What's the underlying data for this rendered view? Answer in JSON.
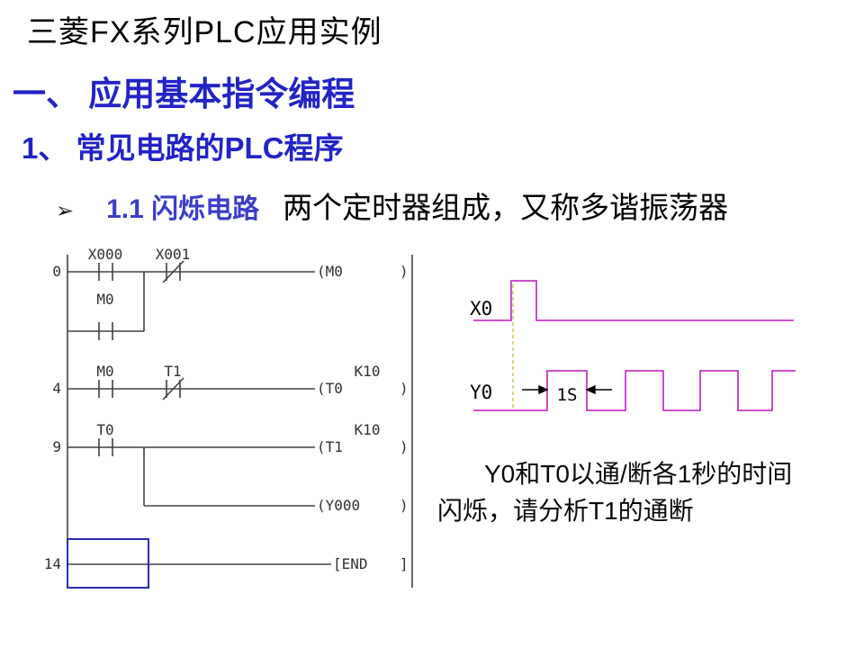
{
  "slide": {
    "title": "三菱FX系列PLC应用实例",
    "section_heading": "一、 应用基本指令编程",
    "sub_heading": "1、 常见电路的PLC程序",
    "bullet": {
      "marker": "➢",
      "topic": "1.1 闪烁电路",
      "description": "两个定时器组成，又称多谐振荡器"
    },
    "note": {
      "line1": "Y0和T0以通/断各1秒的时间",
      "line2": "闪烁，请分析T1的通断"
    }
  },
  "ladder_diagram": {
    "rung_numbers": {
      "r0": "0",
      "r4": "4",
      "r9": "9",
      "r14": "14"
    },
    "contact_labels": {
      "x000": "X000",
      "x001": "X001",
      "m0_parallel": "M0",
      "m0": "M0",
      "t1": "T1",
      "t0": "T0"
    },
    "coil_labels": {
      "m0": "(M0",
      "t0": "(T0",
      "t1": "(T1",
      "y000": "(Y000",
      "close": ")"
    },
    "constants": {
      "t0_preset": "K10",
      "t1_preset": "K10"
    },
    "end_label": "[END",
    "end_close": "]"
  },
  "timing_diagram": {
    "signal_x0": "X0",
    "signal_y0": "Y0",
    "interval_label": "1S",
    "waveform_color": "#c837c8"
  }
}
